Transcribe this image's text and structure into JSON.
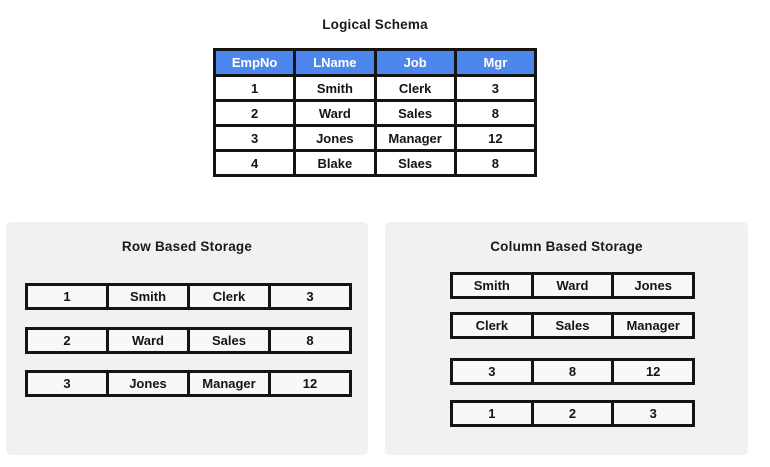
{
  "colors": {
    "header_blue": "#4d86ec",
    "border_black": "#141414",
    "panel_gray": "#f0f1f2",
    "strip_cell_gray": "#f7f8f8",
    "page_background": "#ffffff",
    "header_text": "#ffffff"
  },
  "logical_schema": {
    "title": "Logical Schema",
    "headers": [
      "EmpNo",
      "LName",
      "Job",
      "Mgr"
    ],
    "rows": [
      [
        "1",
        "Smith",
        "Clerk",
        "3"
      ],
      [
        "2",
        "Ward",
        "Sales",
        "8"
      ],
      [
        "3",
        "Jones",
        "Manager",
        "12"
      ],
      [
        "4",
        "Blake",
        "Slaes",
        "8"
      ]
    ]
  },
  "row_storage": {
    "title": "Row Based Storage",
    "strips": [
      [
        "1",
        "Smith",
        "Clerk",
        "3"
      ],
      [
        "2",
        "Ward",
        "Sales",
        "8"
      ],
      [
        "3",
        "Jones",
        "Manager",
        "12"
      ]
    ]
  },
  "column_storage": {
    "title": "Column Based Storage",
    "strips": [
      [
        "Smith",
        "Ward",
        "Jones"
      ],
      [
        "Clerk",
        "Sales",
        "Manager"
      ],
      [
        "3",
        "8",
        "12"
      ],
      [
        "1",
        "2",
        "3"
      ]
    ]
  }
}
